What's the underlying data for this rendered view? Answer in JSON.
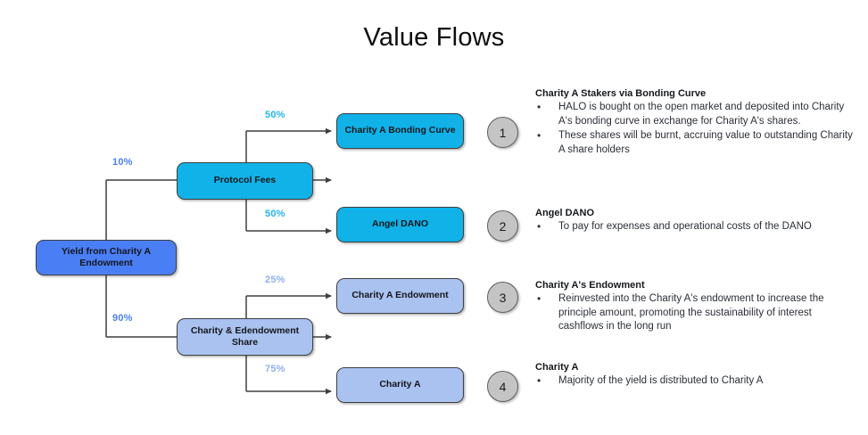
{
  "title": "Value Flows",
  "nodes": {
    "yield": {
      "label": "Yield from Charity A Endowment",
      "color": "#4a7ef5"
    },
    "protocol": {
      "label": "Protocol Fees",
      "color": "#10b2e8"
    },
    "charityshare": {
      "label": "Charity & Edendowment Share",
      "color": "#aac2f0"
    },
    "bonding": {
      "label": "Charity A Bonding Curve",
      "color": "#10b2e8"
    },
    "angeldano": {
      "label": "Angel DANO",
      "color": "#10b2e8"
    },
    "endowment": {
      "label": "Charity A Endowment",
      "color": "#aac2f0"
    },
    "charitya": {
      "label": "Charity A",
      "color": "#aac2f0"
    }
  },
  "percentages": {
    "yield_to_protocol": {
      "value": "10%",
      "color": "#4a7ef5"
    },
    "yield_to_charityshare": {
      "value": "90%",
      "color": "#4a7ef5"
    },
    "protocol_to_bonding": {
      "value": "50%",
      "color": "#23b6ee"
    },
    "protocol_to_angeldano": {
      "value": "50%",
      "color": "#23b6ee"
    },
    "share_to_endowment": {
      "value": "25%",
      "color": "#8fb0f2"
    },
    "share_to_charitya": {
      "value": "75%",
      "color": "#8fb0f2"
    }
  },
  "markers": {
    "one": "1",
    "two": "2",
    "three": "3",
    "four": "4"
  },
  "notes": [
    {
      "heading": "Charity A Stakers via Bonding Curve",
      "bullets": [
        "HALO is bought on the open market and deposited into Charity A's bonding curve in exchange for Charity A's shares.",
        "These shares will be burnt, accruing value to outstanding Charity A share holders"
      ]
    },
    {
      "heading": "Angel DANO",
      "bullets": [
        "To pay for expenses and operational costs of the DANO"
      ]
    },
    {
      "heading": "Charity A's Endowment",
      "bullets": [
        "Reinvested into the Charity A's endowment to increase the principle amount, promoting the sustainability of interest cashflows  in the long run"
      ]
    },
    {
      "heading": "Charity A",
      "bullets": [
        "Majority of the yield is distributed to Charity A"
      ]
    }
  ],
  "bullet_glyph": "•",
  "connector_color": "#3f3f3f"
}
